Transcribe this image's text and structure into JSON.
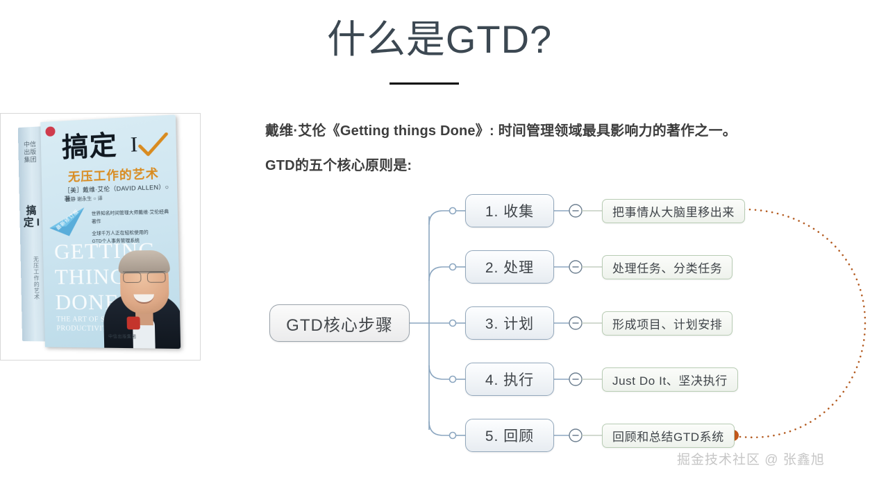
{
  "slide": {
    "title": "什么是GTD?",
    "paragraph_1": "戴维·艾伦《Getting things Done》: 时间管理领域最具影响力的著作之一。",
    "paragraph_2": "GTD的五个核心原则是:"
  },
  "book": {
    "title": "搞定",
    "roman": "I",
    "subtitle": "无压工作的艺术",
    "author_line": "［美］戴维·艾伦（DAVID ALLEN）○ 著",
    "translator_line": "张静 谢永生 ○ 译",
    "badge_label": "最新修订版",
    "blurb_line_1": "世界知名时间管理大师戴维·艾伦经典著作",
    "blurb_line_2": "全球千万人正在轻松使用的",
    "blurb_line_3": "GTD个人事务管理系统",
    "english_line_1": "GETTING",
    "english_line_2": "THINGS",
    "english_line_3": "DONE",
    "tagline_line_1": "THE ART OF STRESS-FREE",
    "tagline_line_2": "PRODUCTIVITY",
    "spine_top_text": "中信出版集团",
    "spine_title": "搞定 I",
    "spine_subtitle": "无压工作的艺术",
    "publisher": "中信出版集团"
  },
  "mindmap": {
    "root": "GTD核心步骤",
    "collapse_icon": "minus-circle-icon",
    "branches": [
      {
        "step": "1. 收集",
        "detail": "把事情从大脑里移出来"
      },
      {
        "step": "2. 处理",
        "detail": "处理任务、分类任务"
      },
      {
        "step": "3. 计划",
        "detail": "形成项目、计划安排"
      },
      {
        "step": "4. 执行",
        "detail": "Just Do It、坚决执行"
      },
      {
        "step": "5. 回顾",
        "detail": "回顾和总结GTD系统"
      }
    ],
    "loop_arrow": {
      "name": "feedback-loop-arrow",
      "from": "回顾和总结GTD系统",
      "to": "把事情从大脑里移出来",
      "style": "dotted"
    }
  },
  "watermark": "掘金技术社区 @ 张鑫旭",
  "colors": {
    "title": "#3c4852",
    "body_text": "#3d3d3d",
    "root_border": "#9aa3ab",
    "level1_border": "#92a7bb",
    "level2_border": "#b8ccb4",
    "connector": "#8ba6c0",
    "loop_arrow": "#c96a1e",
    "watermark": "#c6c6c6",
    "underline": "#000000"
  }
}
